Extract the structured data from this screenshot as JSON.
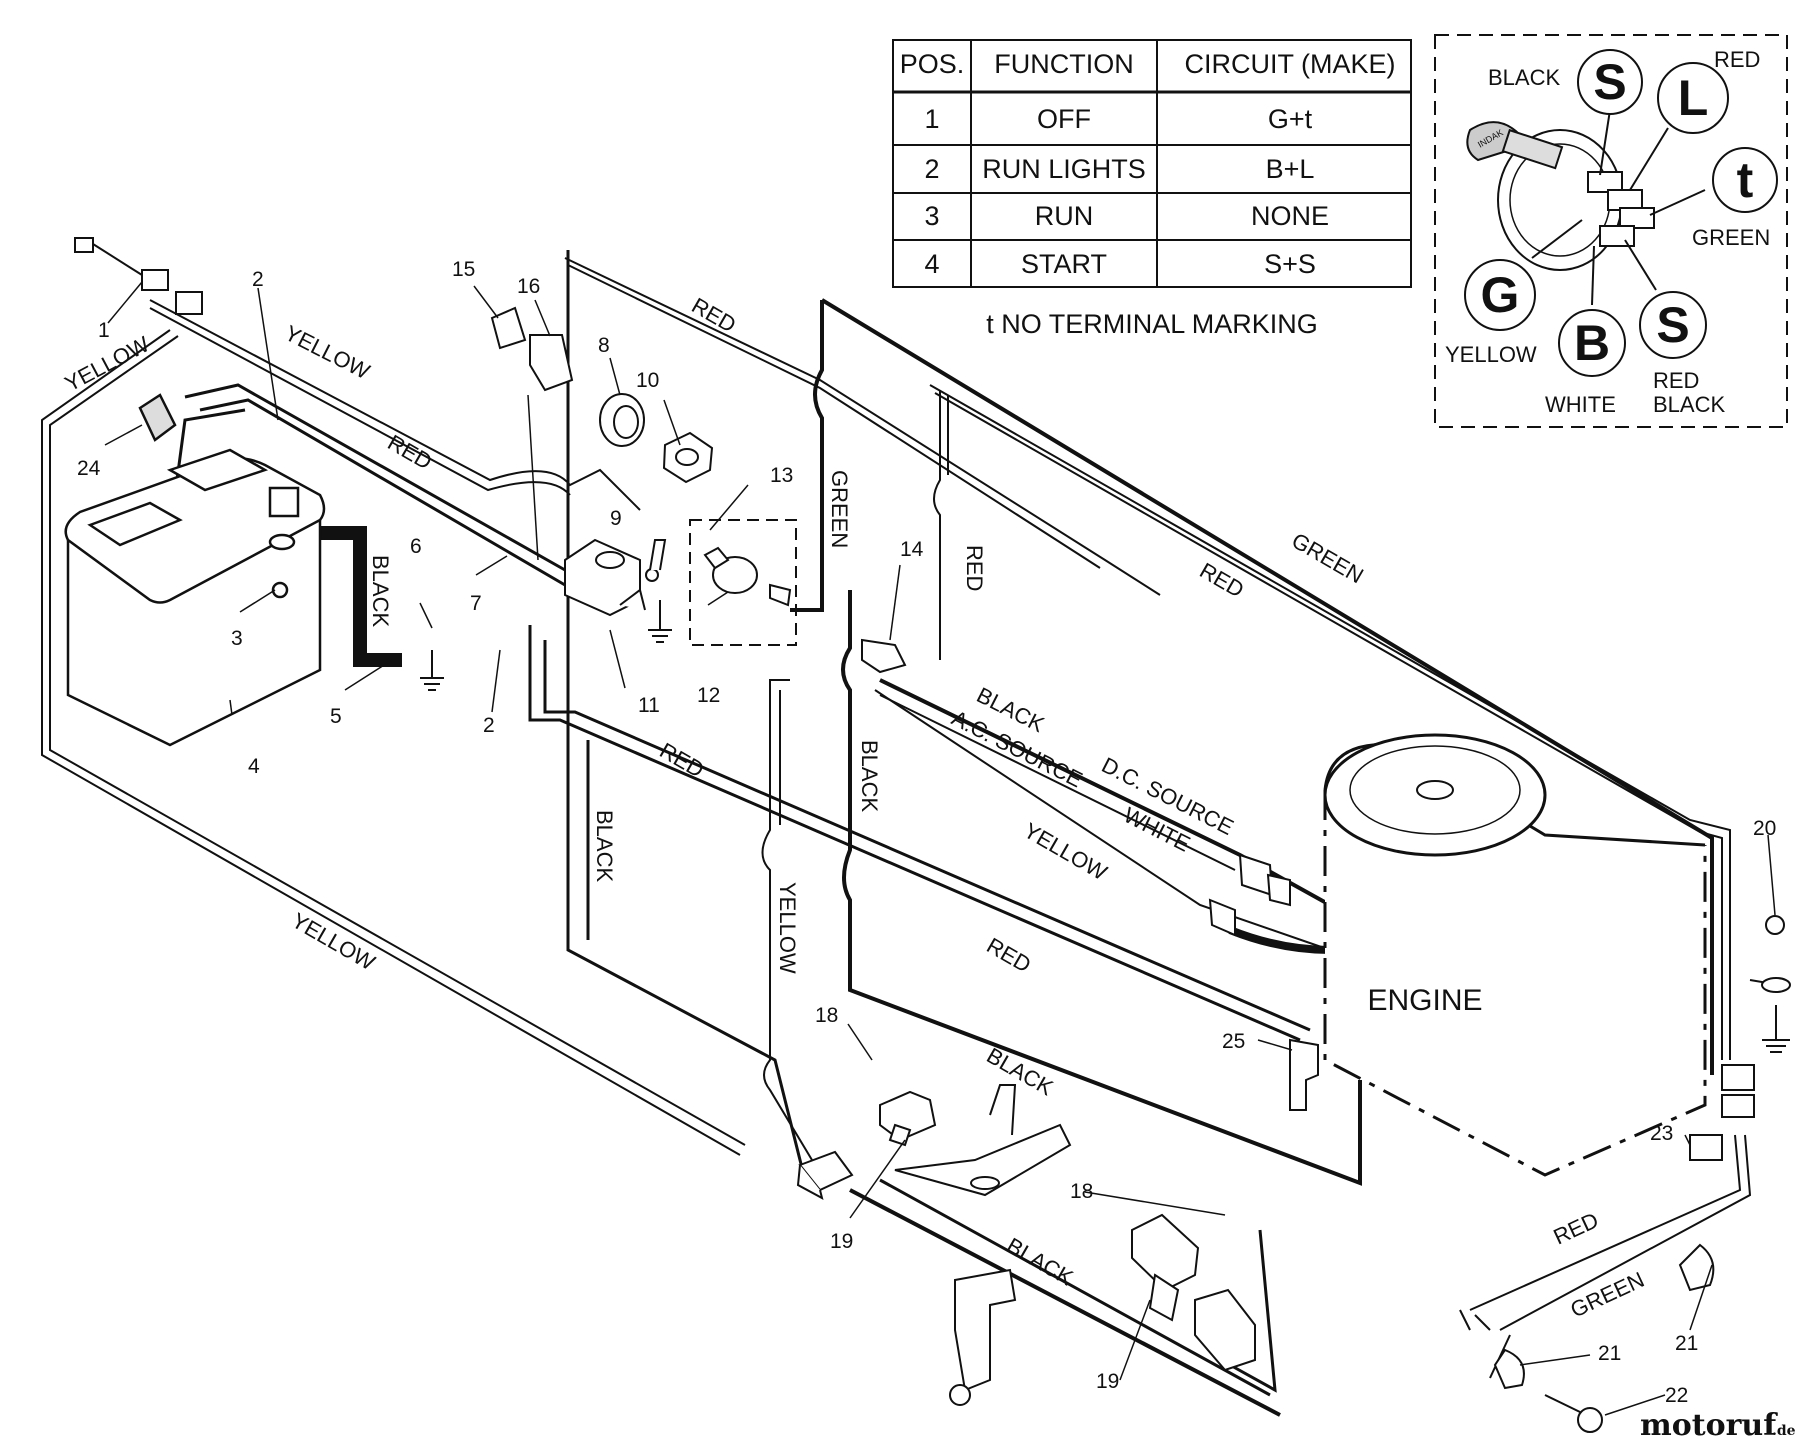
{
  "table": {
    "headers": [
      "POS.",
      "FUNCTION",
      "CIRCUIT  (MAKE)"
    ],
    "rows": [
      [
        "1",
        "OFF",
        "G+t"
      ],
      [
        "2",
        "RUN LIGHTS",
        "B+L"
      ],
      [
        "3",
        "RUN",
        "NONE"
      ],
      [
        "4",
        "START",
        "S+S"
      ]
    ],
    "note": "t  NO TERMINAL MARKING"
  },
  "switch_inset": {
    "terminals": [
      "S",
      "L",
      "t",
      "G",
      "B",
      "S"
    ],
    "wire_labels": [
      "BLACK",
      "RED",
      "GREEN",
      "YELLOW",
      "WHITE",
      "RED",
      "BLACK"
    ],
    "key_text": "INDAK"
  },
  "engine_label": "ENGINE",
  "wire_labels": {
    "yellow": "YELLOW",
    "red": "RED",
    "black": "BLACK",
    "green": "GREEN",
    "white": "WHITE",
    "ac_source": "A.C. SOURCE",
    "dc_source": "D.C. SOURCE"
  },
  "part_numbers": [
    "1",
    "2",
    "2",
    "3",
    "4",
    "5",
    "6",
    "7",
    "8",
    "9",
    "10",
    "11",
    "12",
    "13",
    "14",
    "15",
    "16",
    "18",
    "18",
    "19",
    "19",
    "20",
    "21",
    "21",
    "22",
    "23",
    "24",
    "25"
  ],
  "watermark": {
    "main": "motoruf",
    "suffix": ".de"
  }
}
